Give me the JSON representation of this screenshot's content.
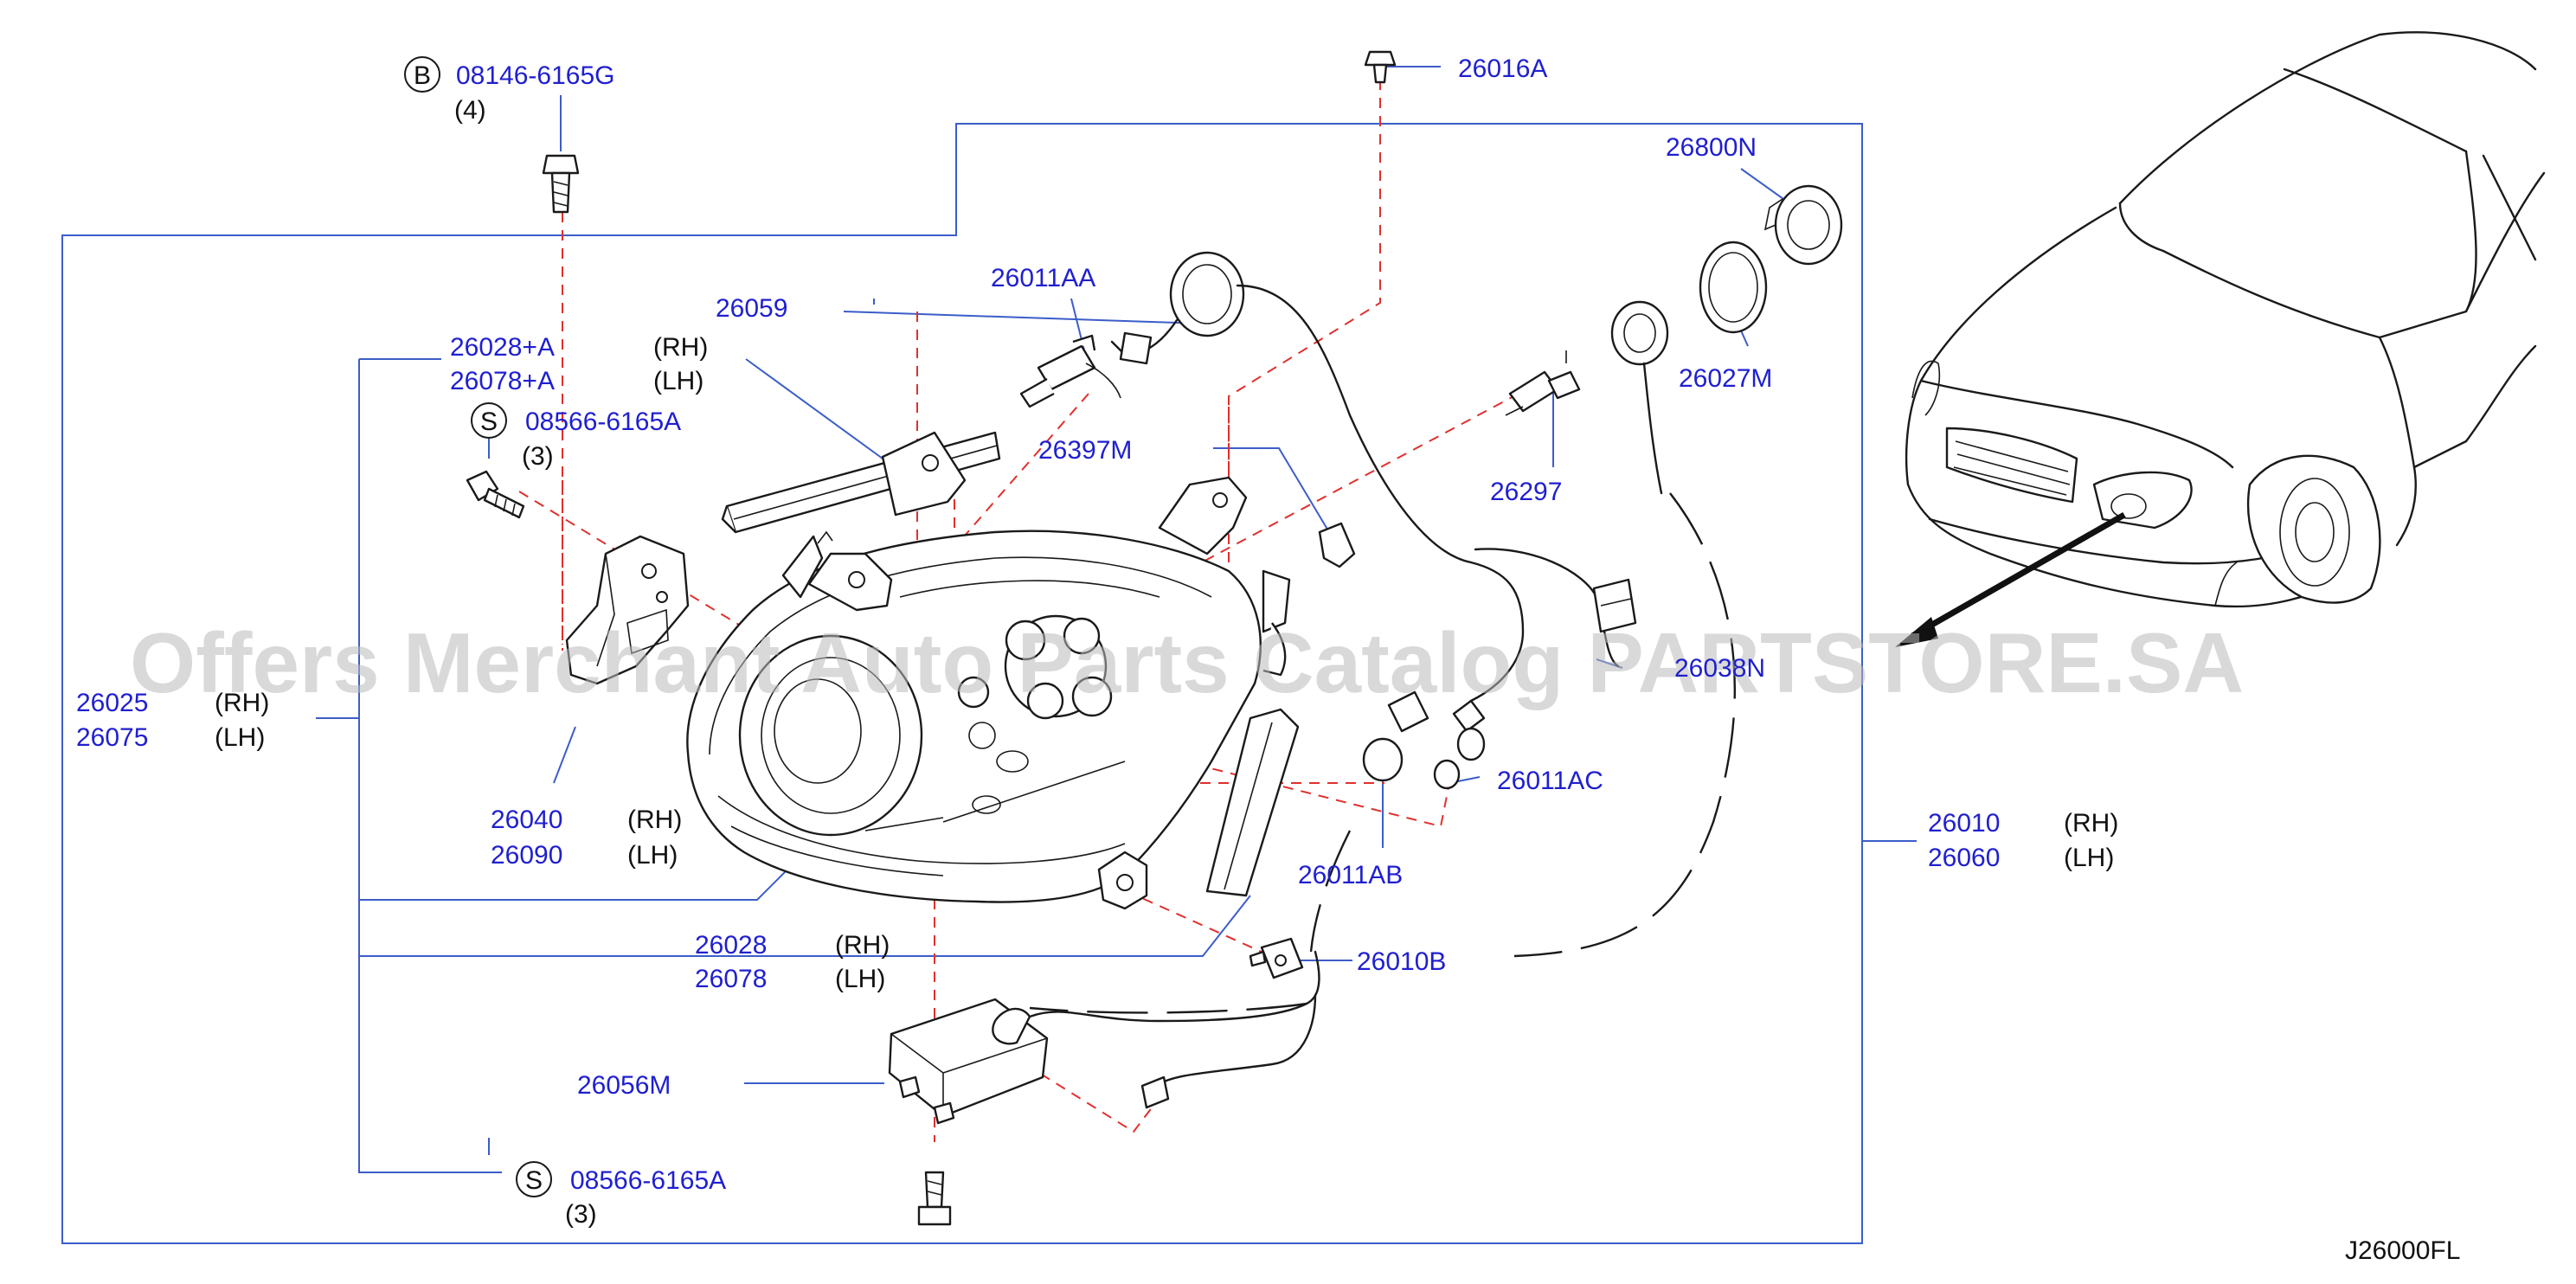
{
  "diagram_ref": "J26000FL",
  "watermark": "Offers Merchant Auto Parts Catalog PARTSTORE.SA",
  "labels": {
    "bolt_b": {
      "symbol": "B",
      "part": "08146-6165G",
      "qty": "(4)"
    },
    "clip_top": {
      "part": "26016A"
    },
    "socket_cover": {
      "part": "26800N"
    },
    "gasket": {
      "part": "26027M"
    },
    "seal_strip": {
      "part": "26059"
    },
    "bulb_hid": {
      "part": "26011AA"
    },
    "bracket_upper": {
      "part_rh": "26028+A",
      "side_rh": "(RH)",
      "part_lh": "26078+A",
      "side_lh": "(LH)"
    },
    "screw_s_upper": {
      "symbol": "S",
      "part": "08566-6165A",
      "qty": "(3)"
    },
    "harness_clip": {
      "part": "26397M"
    },
    "bulb_socket": {
      "part": "26297"
    },
    "connector": {
      "part": "26038N"
    },
    "housing_left": {
      "part_rh": "26025",
      "side_rh": "(RH)",
      "part_lh": "26075",
      "side_lh": "(LH)"
    },
    "bracket_side": {
      "part_rh": "26040",
      "side_rh": "(RH)",
      "part_lh": "26090",
      "side_lh": "(LH)"
    },
    "small_bulb": {
      "part": "26011AC"
    },
    "bulb_ab": {
      "part": "26011AB"
    },
    "assembly": {
      "part_rh": "26010",
      "side_rh": "(RH)",
      "part_lh": "26060",
      "side_lh": "(LH)"
    },
    "bracket_lower": {
      "part_rh": "26028",
      "side_rh": "(RH)",
      "part_lh": "26078",
      "side_lh": "(LH)"
    },
    "clip_lower": {
      "part": "26010B"
    },
    "ballast": {
      "part": "26056M"
    },
    "screw_s_lower": {
      "symbol": "S",
      "part": "08566-6165A",
      "qty": "(3)"
    }
  },
  "colors": {
    "part_number": "#1f1fd0",
    "leader_line": "#3c5dc9",
    "dashed_guide": "#e0302d",
    "line_art": "#1a1a1a",
    "watermark": "#b9b9b9"
  }
}
